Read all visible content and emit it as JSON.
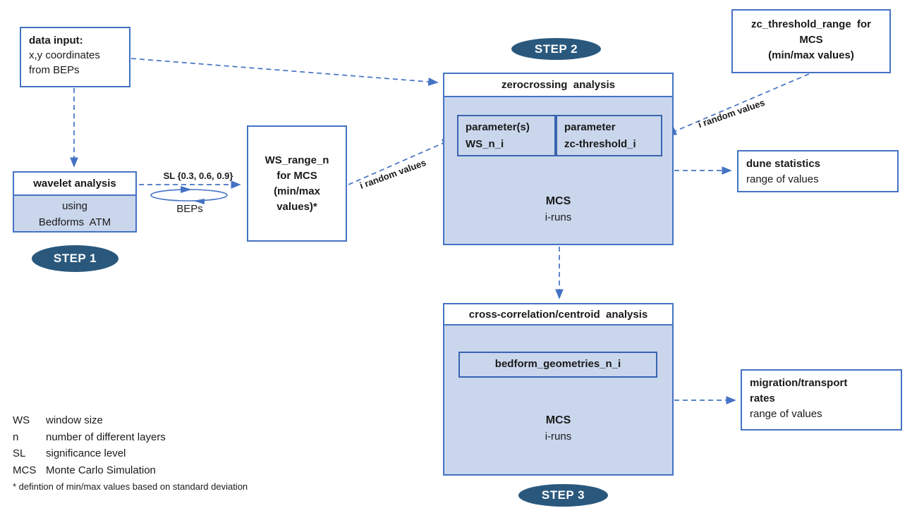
{
  "colors": {
    "border_blue": "#4472C4",
    "fill_light_blue": "#C9D6EC",
    "step_ellipse": "#2A587D",
    "arrow_dashed": "#4472C4"
  },
  "steps": {
    "step1": "STEP 1",
    "step2": "STEP 2",
    "step3": "STEP 3"
  },
  "boxes": {
    "data_input": {
      "title": "data input:",
      "line1": "x,y coordinates",
      "line2": "from BEPs"
    },
    "wavelet": {
      "header": "wavelet analysis",
      "body_line1": "using",
      "body_line2": "Bedforms  ATM"
    },
    "ws_range": {
      "line1": "WS_range_n",
      "line2": "for MCS",
      "line3": "(min/max",
      "line4": "values)*"
    },
    "zc_range": {
      "line1": "zc_threshold_range  for",
      "line2": "MCS",
      "line3": "(min/max values)"
    },
    "zerocrossing": {
      "header": "zerocrossing  analysis",
      "param_left_line1": "parameter(s)",
      "param_left_line2": "WS_n_i",
      "param_right_line1": "parameter",
      "param_right_line2": "zc-threshold_i",
      "mcs": "MCS",
      "runs": "i-runs"
    },
    "crosscorr": {
      "header": "cross-correlation/centroid  analysis",
      "inner": "bedform_geometries_n_i",
      "mcs": "MCS",
      "runs": "i-runs"
    },
    "dune": {
      "title": "dune statistics",
      "subtitle": "range of values"
    },
    "migration": {
      "title_line1": "migration/transport",
      "title_line2": "rates",
      "subtitle": "range of values"
    }
  },
  "edge_labels": {
    "sl": "SL {0.3, 0.6, 0.9}",
    "beps": "BEPs",
    "random1": "i random values",
    "random2": "i random values"
  },
  "legend": {
    "items": [
      {
        "abbr": "WS",
        "def": "window size"
      },
      {
        "abbr": "n",
        "def": "number of different layers"
      },
      {
        "abbr": "SL",
        "def": "significance level"
      },
      {
        "abbr": "MCS",
        "def": "Monte Carlo Simulation"
      }
    ],
    "note": "* defintion of min/max values based on standard deviation"
  }
}
